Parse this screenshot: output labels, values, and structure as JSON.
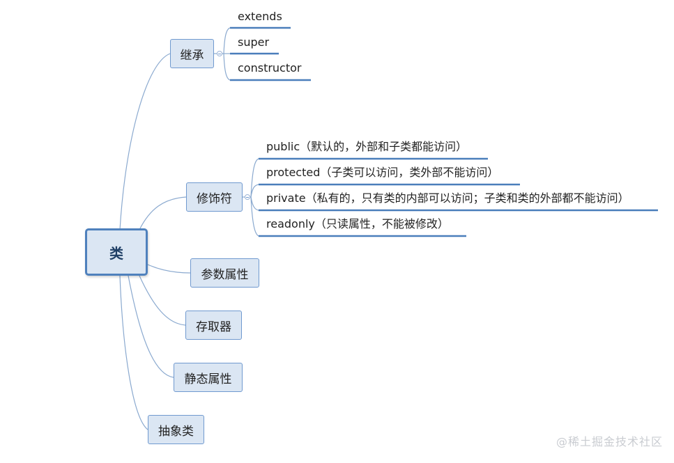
{
  "root": {
    "label": "类"
  },
  "branches": [
    {
      "label": "继承",
      "children": [
        "extends",
        "super",
        "constructor"
      ]
    },
    {
      "label": "修饰符",
      "children": [
        "public（默认的，外部和子类都能访问）",
        "protected（子类可以访问，类外部不能访问）",
        "private（私有的，只有类的内部可以访问；子类和类的外部都不能访问）",
        "readonly（只读属性，不能被修改）"
      ]
    },
    {
      "label": "参数属性",
      "children": []
    },
    {
      "label": "存取器",
      "children": []
    },
    {
      "label": "静态属性",
      "children": []
    },
    {
      "label": "抽象类",
      "children": []
    }
  ],
  "watermark": "@稀土掘金技术社区",
  "colors": {
    "node_fill": "#dbe6f3",
    "node_border": "#6f99cf",
    "root_border": "#4f81bd",
    "connector": "#8aa9cf",
    "underline": "#4a7ebb"
  }
}
